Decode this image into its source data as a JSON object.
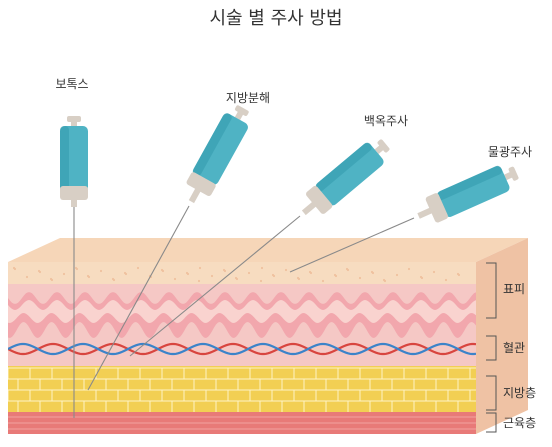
{
  "title": "시술 별 주사 방법",
  "syringes": [
    {
      "id": "botox",
      "label": "보톡스"
    },
    {
      "id": "fat-dissolve",
      "label": "지방분해"
    },
    {
      "id": "baekok",
      "label": "백옥주사"
    },
    {
      "id": "water-glow",
      "label": "물광주사"
    }
  ],
  "layers": [
    {
      "id": "epidermis",
      "label": "표피"
    },
    {
      "id": "blood-vessel",
      "label": "혈관"
    },
    {
      "id": "fat",
      "label": "지방층"
    },
    {
      "id": "muscle",
      "label": "근육층"
    }
  ],
  "colors": {
    "barrel": "#4fb3c4",
    "barrel_dark": "#2f97aa",
    "syringe_cap": "#d8cfc5",
    "skin_top": "#f7dcc0",
    "dermis": "#f5c8c5",
    "dermis_band": "#f2a7ad",
    "vessel_red": "#d8453f",
    "vessel_blue": "#3c83c9",
    "fat": "#f2cf53",
    "muscle": "#e87a78"
  }
}
